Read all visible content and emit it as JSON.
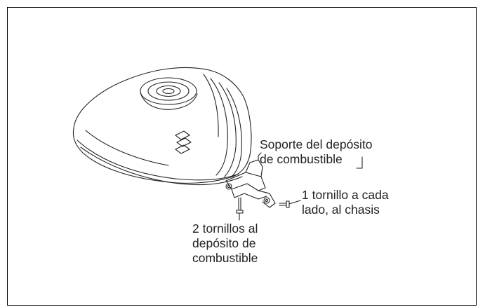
{
  "diagram": {
    "labels": {
      "support": [
        "Soporte del depósito",
        "de combustible"
      ],
      "side_screw": [
        "1 tornillo a cada",
        "lado, al chasis"
      ],
      "tank_screws": [
        "2 tornillos al",
        "depósito de",
        "combustible"
      ]
    },
    "colors": {
      "line": "#222222",
      "frame": "#000000",
      "background": "#ffffff"
    }
  }
}
